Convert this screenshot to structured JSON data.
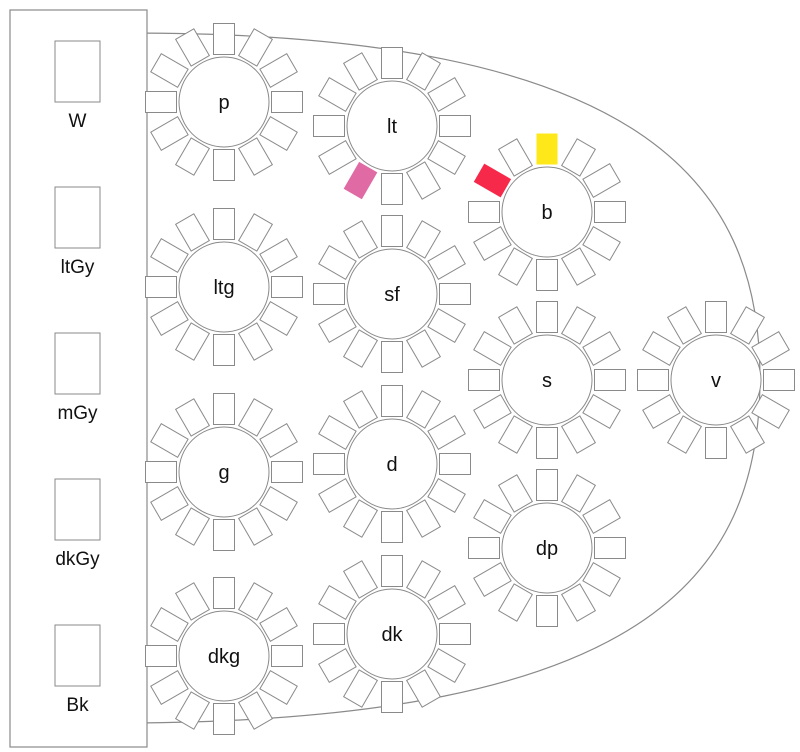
{
  "sidebar": {
    "swatches": [
      {
        "label": "W"
      },
      {
        "label": "ltGy"
      },
      {
        "label": "mGy"
      },
      {
        "label": "dkGy"
      },
      {
        "label": "Bk"
      }
    ]
  },
  "tables": [
    {
      "label": "p",
      "seats": 12,
      "highlights": []
    },
    {
      "label": "lt",
      "seats": 12,
      "highlights": [
        {
          "seat": 7,
          "color": "#e06aa4"
        }
      ]
    },
    {
      "label": "b",
      "seats": 12,
      "highlights": [
        {
          "seat": 0,
          "color": "#ffe81a"
        },
        {
          "seat": 10,
          "color": "#f7294a"
        }
      ]
    },
    {
      "label": "ltg",
      "seats": 12,
      "highlights": []
    },
    {
      "label": "sf",
      "seats": 12,
      "highlights": []
    },
    {
      "label": "s",
      "seats": 12,
      "highlights": []
    },
    {
      "label": "v",
      "seats": 12,
      "highlights": []
    },
    {
      "label": "g",
      "seats": 12,
      "highlights": []
    },
    {
      "label": "d",
      "seats": 12,
      "highlights": []
    },
    {
      "label": "dp",
      "seats": 12,
      "highlights": []
    },
    {
      "label": "dkg",
      "seats": 12,
      "highlights": []
    },
    {
      "label": "dk",
      "seats": 12,
      "highlights": []
    }
  ],
  "colors": {
    "outline": "#8a8a8a",
    "text": "#111111"
  }
}
